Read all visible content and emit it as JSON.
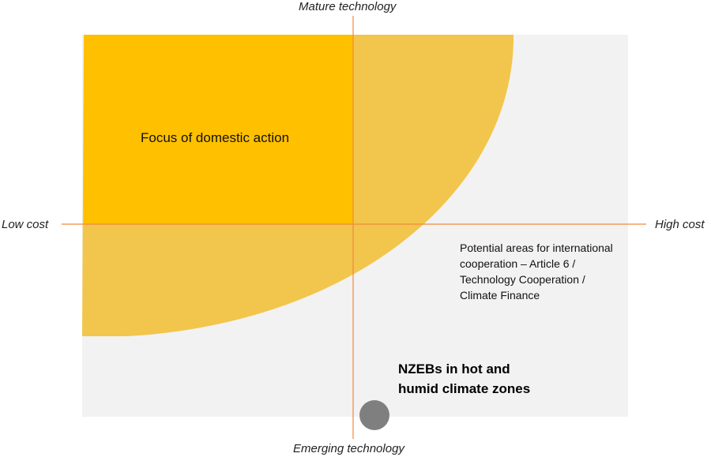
{
  "colors": {
    "background_panel": "#f2f2f2",
    "domestic_focus": "#ffc000",
    "cooperation_zone": "#f2c54c",
    "axis_lines": "#f08a3c",
    "marker": "#7f7f7f"
  },
  "axes": {
    "top": "Mature technology",
    "bottom": "Emerging technology",
    "left": "Low cost",
    "right": "High cost"
  },
  "regions": {
    "domestic": "Focus of domestic action",
    "cooperation": "Potential areas for international cooperation – Article 6 / Technology Cooperation / Climate Finance"
  },
  "callout": {
    "line1": "NZEBs in hot and",
    "line2": "humid climate zones"
  },
  "marker": {
    "icon": "circle-marker"
  }
}
